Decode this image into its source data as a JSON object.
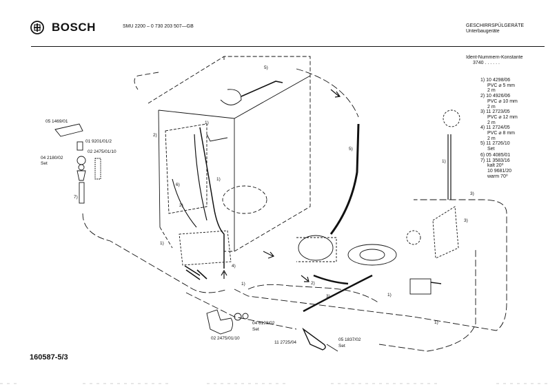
{
  "header": {
    "brand": "BOSCH",
    "model": "SMU 2200  –  0 730 203 507—GB",
    "category_line1": "GESCHIRRSPÜLGERÄTE",
    "category_line2": "Unterbaugeräte"
  },
  "ident": {
    "label": "Ident-Nummern-Konstante",
    "value": "3740  . .  . . . ."
  },
  "legend": {
    "lines": [
      "1) 10 4298/06",
      "PVC ⌀ 5 mm",
      "2 m",
      "2) 10 4926/06",
      "PVC ⌀ 10 mm",
      "2 m",
      "3) 11 2723/05",
      "PVC ⌀ 12 mm",
      "2 m",
      "4) 11 2724/05",
      "PVC ⌀ 8 mm",
      "2 m",
      "5) 11 2726/10",
      "Set",
      "6) 05 4085/01",
      "7) 11 3583/16",
      "kalt 20⁰",
      "10 9681/20",
      "warm 70⁰"
    ]
  },
  "parts": {
    "p1": "05 1469/01",
    "p2": "01 9201/01/2",
    "p3": "02 2475/01/10",
    "p4a": "04 2180/02",
    "p4b": "Set",
    "p5a": "04 6198/02",
    "p5b": "Set",
    "p6": "02 2475/01/10",
    "p7": "11 2725/04",
    "p8a": "05 1837/02",
    "p8b": "Set"
  },
  "callouts": {
    "c1": "1)",
    "c2": "2)",
    "c3": "3)",
    "c4": "4)",
    "c5": "5)",
    "c6": "6)",
    "c7": "7)"
  },
  "footer": {
    "figure_number": "160587-5/3"
  }
}
